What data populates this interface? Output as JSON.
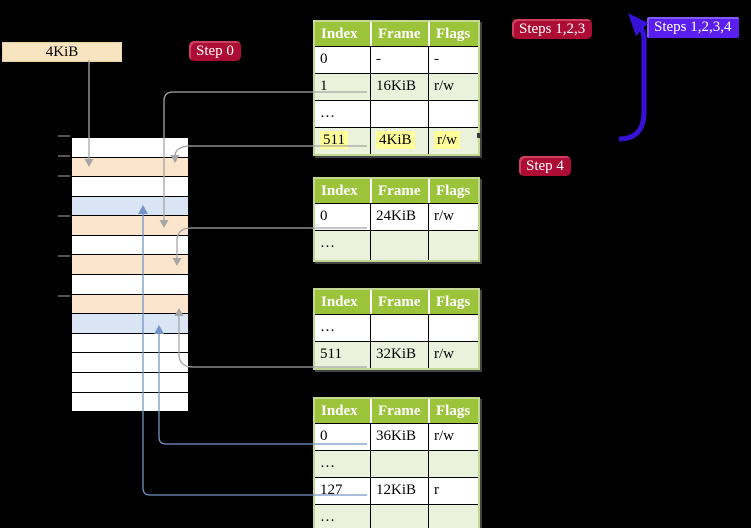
{
  "annotations": {
    "page_size": "4KiB",
    "step0": "Step 0",
    "steps123": "Steps 1,2,3",
    "steps1234": "Steps 1,2,3,4",
    "step4": "Step 4"
  },
  "page_tables": [
    {
      "name": "page-table-1",
      "columns": [
        "Index",
        "Frame",
        "Flags"
      ],
      "rows": [
        {
          "index": "0",
          "frame": "-",
          "flags": "-",
          "shaded": false,
          "highlighted": false
        },
        {
          "index": "1",
          "frame": "16KiB",
          "flags": "r/w",
          "shaded": true,
          "highlighted": false
        },
        {
          "index": "…",
          "frame": "",
          "flags": "",
          "shaded": false,
          "highlighted": false
        },
        {
          "index": "511",
          "frame": "4KiB",
          "flags": "r/w",
          "shaded": true,
          "highlighted": true
        }
      ]
    },
    {
      "name": "page-table-2",
      "columns": [
        "Index",
        "Frame",
        "Flags"
      ],
      "rows": [
        {
          "index": "0",
          "frame": "24KiB",
          "flags": "r/w",
          "shaded": false
        },
        {
          "index": "…",
          "frame": "",
          "flags": "",
          "shaded": true
        }
      ]
    },
    {
      "name": "page-table-3",
      "columns": [
        "Index",
        "Frame",
        "Flags"
      ],
      "rows": [
        {
          "index": "…",
          "frame": "",
          "flags": "",
          "shaded": false
        },
        {
          "index": "511",
          "frame": "32KiB",
          "flags": "r/w",
          "shaded": true
        }
      ]
    },
    {
      "name": "page-table-4",
      "columns": [
        "Index",
        "Frame",
        "Flags"
      ],
      "rows": [
        {
          "index": "0",
          "frame": "36KiB",
          "flags": "r/w",
          "shaded": false
        },
        {
          "index": "…",
          "frame": "",
          "flags": "",
          "shaded": true
        },
        {
          "index": "127",
          "frame": "12KiB",
          "flags": "r",
          "shaded": false
        },
        {
          "index": "…",
          "frame": "",
          "flags": "",
          "shaded": true
        }
      ]
    }
  ],
  "memory_column": {
    "rows": [
      "white",
      "peach",
      "white",
      "blue",
      "peach",
      "white",
      "peach",
      "white",
      "peach",
      "blue",
      "white",
      "white",
      "white",
      "white"
    ]
  },
  "connectors": [
    {
      "source": "4KiB-label",
      "target": "memory-frame-4KiB",
      "color": "gray"
    },
    {
      "source": "table-1-row-1",
      "target": "memory-frame-16KiB",
      "color": "gray"
    },
    {
      "source": "table-1-row-511",
      "target": "memory-frame-4KiB",
      "color": "gray"
    },
    {
      "source": "table-2-row-0",
      "target": "memory-frame-24KiB",
      "color": "gray"
    },
    {
      "source": "table-3-row-511",
      "target": "memory-frame-32KiB",
      "color": "gray"
    },
    {
      "source": "table-4-row-0",
      "target": "memory-frame-36KiB",
      "color": "blue"
    },
    {
      "source": "table-4-row-127",
      "target": "memory-frame-12KiB",
      "color": "blue"
    },
    {
      "source": "steps-annotation-arrow",
      "target": "steps123-label",
      "color": "violet"
    }
  ],
  "palette": {
    "background": "#000000",
    "header_green": "#9CC43B",
    "table_border_green": "#C3D893",
    "row_shaded_green": "#EBF2DC",
    "highlight_yellow": "#FFFF99",
    "frame_peach": "#FCE5CD",
    "frame_blue": "#D9E4F4",
    "label_wheat": "#F8E4C0",
    "chip_dark_red": "#AD0C35",
    "chip_violet": "#5A1FEF",
    "big_arrow_blue": "#3512D6",
    "connector_gray": "#A6A6A6",
    "connector_blue": "#7394C6"
  }
}
